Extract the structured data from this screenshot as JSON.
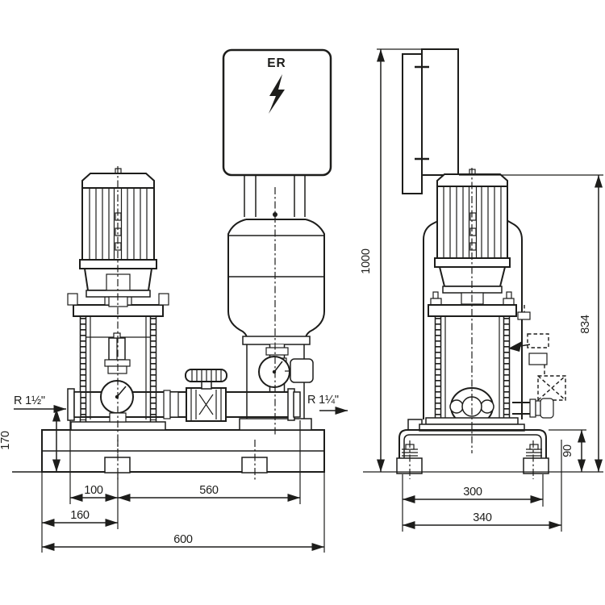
{
  "drawing": {
    "background": "#ffffff",
    "line_color": "#1d1d1b",
    "control_box": {
      "label": "ER",
      "icon": "lightning-bolt-icon"
    },
    "front_view": {
      "name": "front-view",
      "connection_left": "R 1½\"",
      "connection_right": "R 1¼\"",
      "dims": {
        "pipe_height": "170",
        "inlet_to_pump_axis": "100",
        "pump_axis_to_outlet": "560",
        "edge_to_pump_axis": "160",
        "overall_width": "600"
      }
    },
    "side_view": {
      "name": "side-view",
      "dims": {
        "overall_height": "1000",
        "pump_height": "834",
        "base_height": "90",
        "anchor_spacing": "300",
        "overall_depth": "340"
      }
    }
  }
}
